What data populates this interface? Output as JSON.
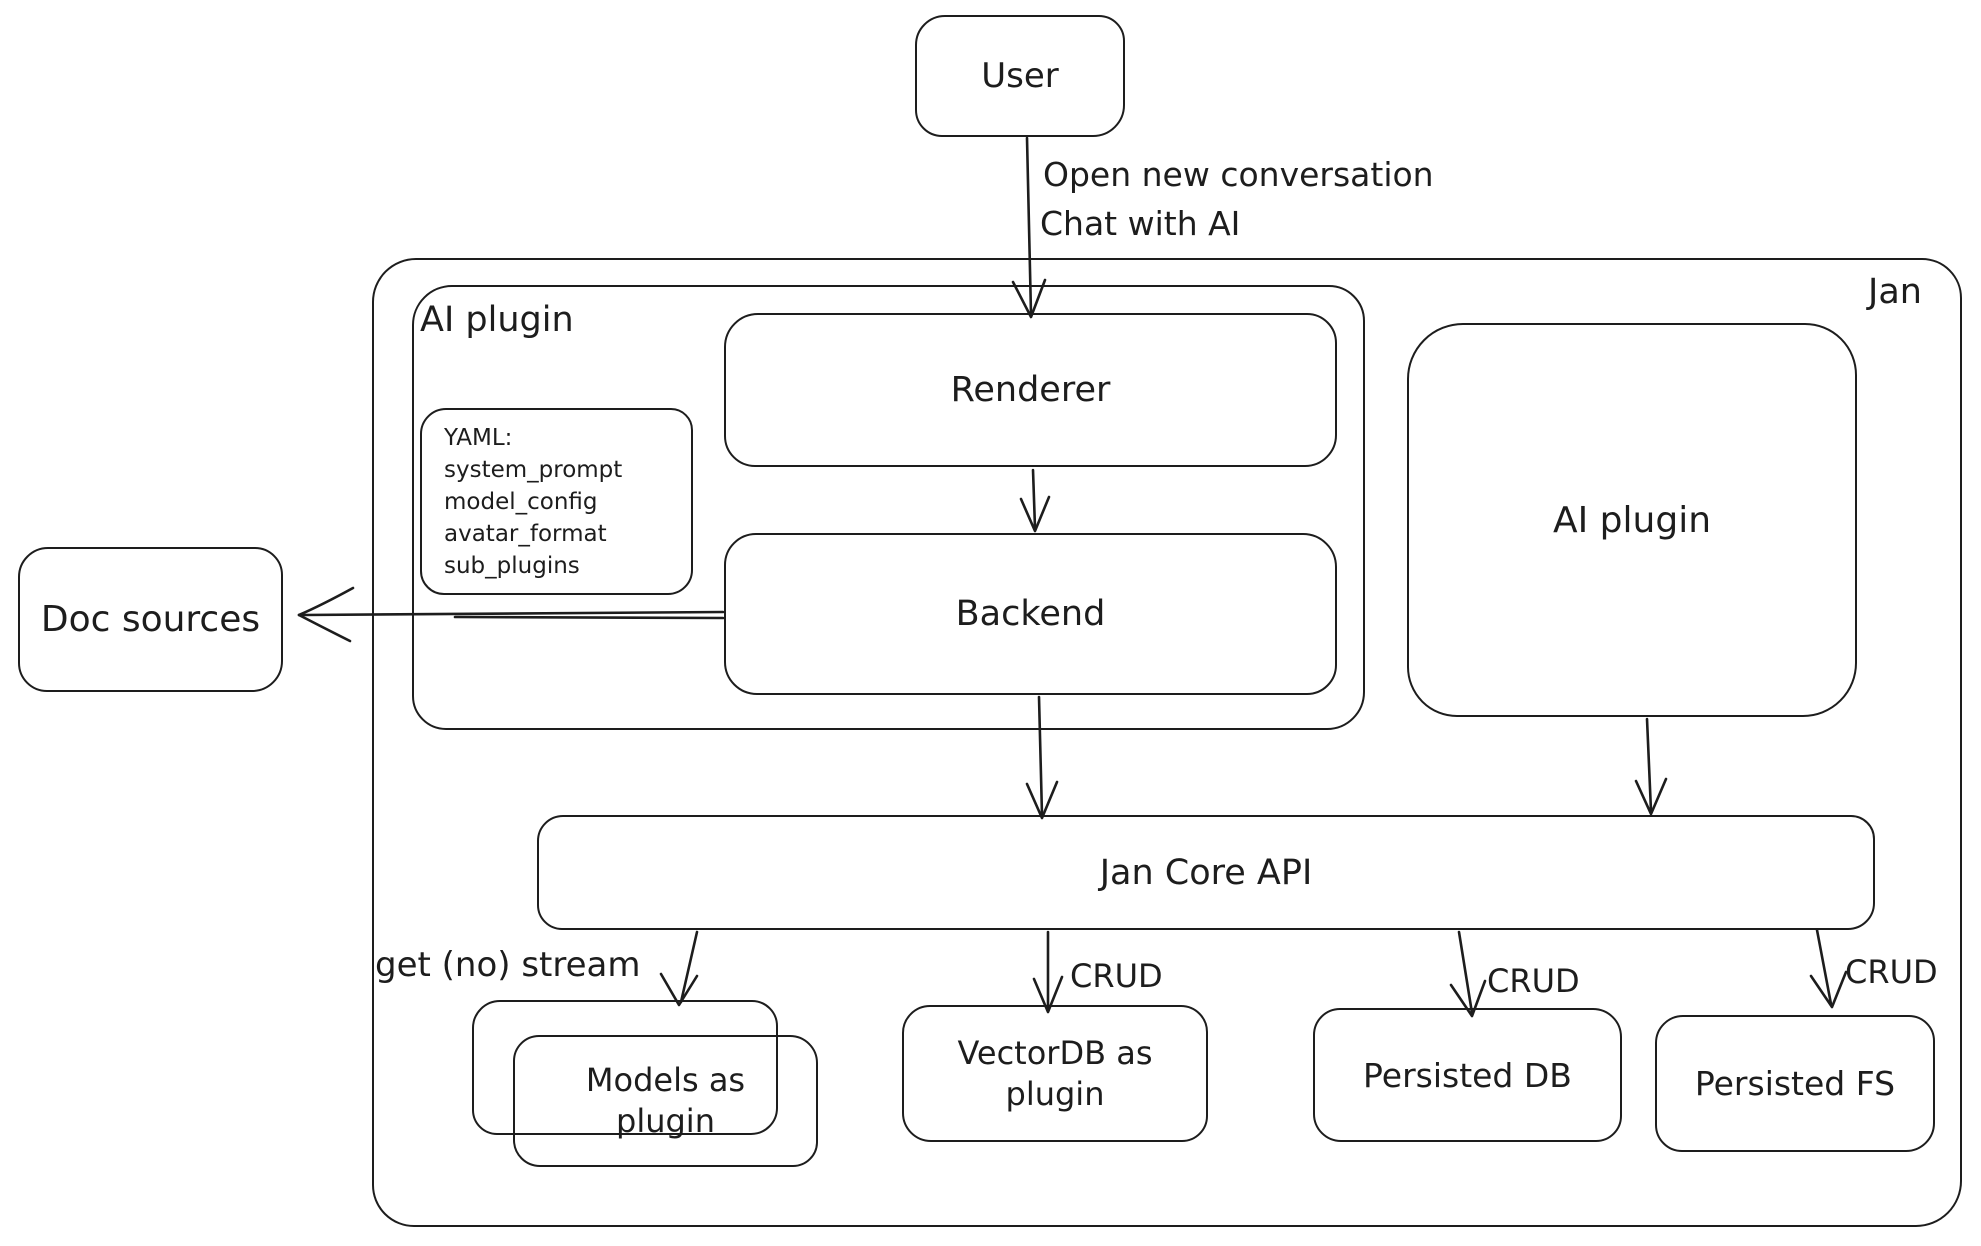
{
  "diagram": {
    "colors": {
      "stroke": "#1d1d1d",
      "background": "#ffffff"
    },
    "user_box": {
      "label": "User"
    },
    "user_edge": {
      "line1": "Open new conversation",
      "line2": "Chat with AI"
    },
    "jan_container": {
      "label": "Jan"
    },
    "ai_plugin_container": {
      "label": "AI plugin"
    },
    "yaml_note": {
      "title": "YAML:",
      "lines": [
        "system_prompt",
        "model_config",
        "avatar_format",
        "sub_plugins"
      ]
    },
    "renderer_box": {
      "label": "Renderer"
    },
    "backend_box": {
      "label": "Backend"
    },
    "ai_plugin_box": {
      "label": "AI plugin"
    },
    "doc_sources_box": {
      "label": "Doc sources"
    },
    "jan_core_api_bar": {
      "label": "Jan Core API"
    },
    "models_edge": {
      "label": "get (no) stream"
    },
    "crud_labels": [
      "CRUD",
      "CRUD",
      "CRUD"
    ],
    "models_box": {
      "line1": "Models as",
      "line2": "plugin"
    },
    "vectordb_box": {
      "line1": "VectorDB as",
      "line2": "plugin"
    },
    "persisted_db_box": {
      "label": "Persisted DB"
    },
    "persisted_fs_box": {
      "label": "Persisted FS"
    }
  }
}
